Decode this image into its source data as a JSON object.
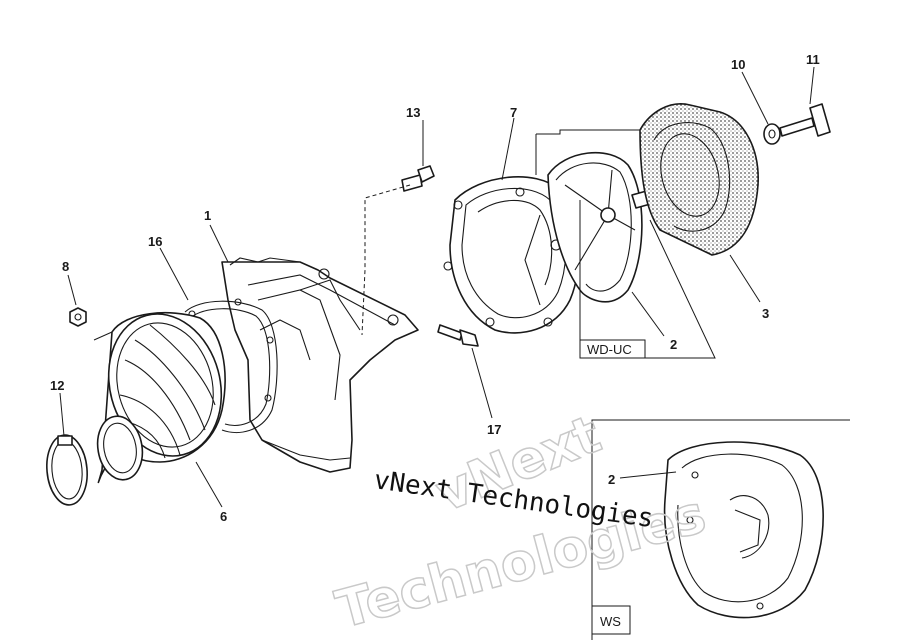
{
  "callouts": {
    "c1": "1",
    "c2": "2",
    "c3": "3",
    "c6": "6",
    "c7": "7",
    "c8": "8",
    "c10": "10",
    "c11": "11",
    "c12": "12",
    "c13": "13",
    "c16": "16",
    "c17": "17",
    "c2ws": "2"
  },
  "variant_labels": {
    "wd_uc": "WD-UC",
    "ws": "WS"
  },
  "watermark": {
    "line1": "vNext Technologies",
    "line2": "vNext",
    "line3": "Technologies"
  }
}
